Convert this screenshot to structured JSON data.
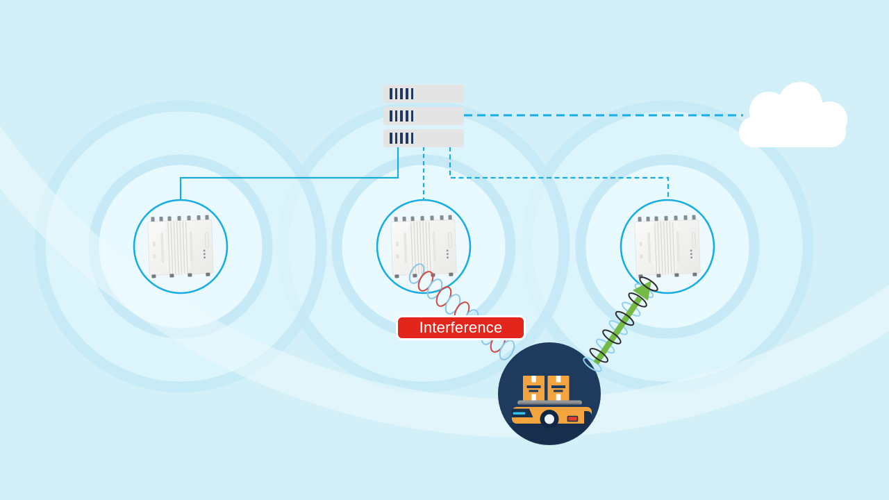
{
  "scene": {
    "type": "wireless-network-diagram",
    "description": "Server stack linked to a cloud and three wireless access points with coverage rings; an AGV robot receives a clean signal from the right access point while the middle access point signal suffers interference"
  },
  "labels": {
    "interference": "Interference"
  },
  "colors": {
    "background": "#d3f0f9",
    "accent_cyan": "#17ade3",
    "ring_band": "#c6e9f7",
    "server_gray": "#e4e4e4",
    "server_bar_navy": "#20395f",
    "interference_red": "#e3261c",
    "interference_text": "#ffffff",
    "helix_red": "#cd4e46",
    "helix_blue": "#8cc7e8",
    "arrow_green": "#74ba45",
    "coil_black": "#2d2d2d",
    "coil_blue": "#8fd0ee",
    "robot_navy": "#1e3a5c",
    "agv_orange": "#f3a43e",
    "cloud_white": "#ffffff"
  },
  "nodes": {
    "server_stack": {
      "name": "server-stack",
      "units": 3,
      "bars_per_unit": 5
    },
    "cloud": {
      "name": "cloud-icon"
    },
    "access_points": [
      {
        "name": "access-point-left"
      },
      {
        "name": "access-point-middle"
      },
      {
        "name": "access-point-right"
      }
    ],
    "robot": {
      "name": "agv-robot-icon",
      "boxes": 2
    }
  },
  "links": [
    {
      "from": "server-stack",
      "to": "access-point-left",
      "style": "solid"
    },
    {
      "from": "server-stack",
      "to": "access-point-middle",
      "style": "dashed"
    },
    {
      "from": "server-stack",
      "to": "access-point-right",
      "style": "dashed"
    },
    {
      "from": "server-stack",
      "to": "cloud",
      "style": "dashed"
    },
    {
      "from": "access-point-middle",
      "to": "agv-robot",
      "style": "interference-helix"
    },
    {
      "from": "agv-robot",
      "to": "access-point-right",
      "style": "green-arrow-with-coil"
    }
  ]
}
